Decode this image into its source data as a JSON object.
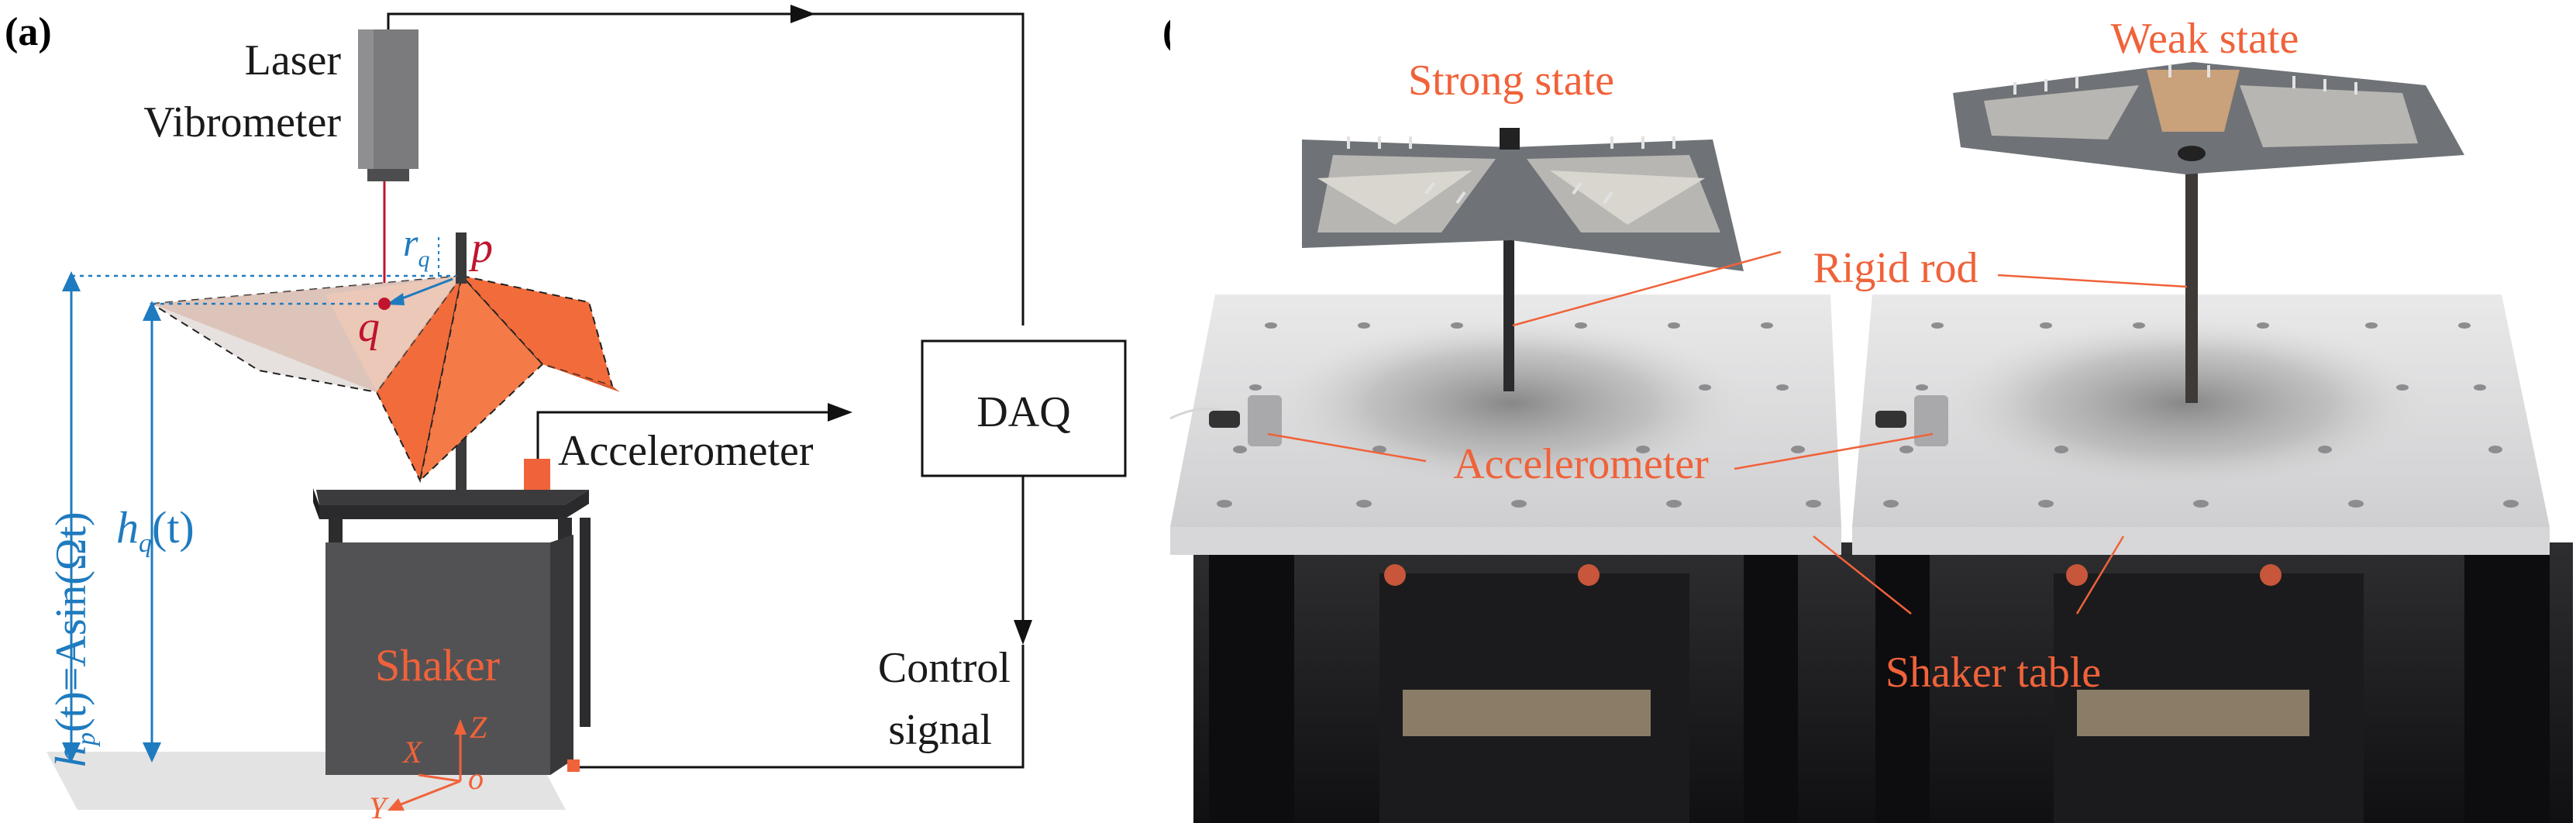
{
  "panel_a": {
    "label": "(a)",
    "laser_line1": "Laser",
    "laser_line2": "Vibrometer",
    "r_symbol": "r",
    "r_subscript": "q",
    "p_label": "p",
    "q_label": "q",
    "hq_main": "h",
    "hq_sub": "q",
    "hq_arg": "(t)",
    "hp_main": "h",
    "hp_sub": "p",
    "hp_rest": "(t)=Asin(Ωt)",
    "accelerometer": "Accelerometer",
    "daq": "DAQ",
    "control_line1": "Control",
    "control_line2": "signal",
    "shaker": "Shaker",
    "axis_z": "Z",
    "axis_x": "X",
    "axis_y": "Y",
    "axis_o": "o"
  },
  "panel_b": {
    "label": "(b)",
    "strong_state": "Strong state",
    "weak_state": "Weak state",
    "rigid_rod": "Rigid rod",
    "accelerometer": "Accelerometer",
    "shaker_table": "Shaker table"
  },
  "colors": {
    "annotation_orange": "#f0623a",
    "blue": "#1f7bbf",
    "red": "#c0142e",
    "origami_orange": "#f26b3a"
  }
}
